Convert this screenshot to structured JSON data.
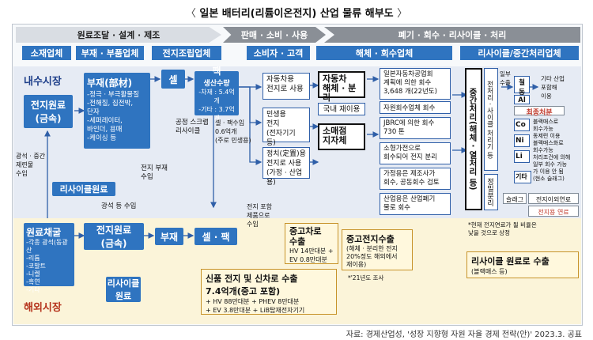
{
  "title": "일본 배터리(리튬이온전지) 산업 물류 해부도",
  "title_left": "〈",
  "title_right": "〉",
  "phases": [
    "원료조달 · 설계 · 제조",
    "판매 · 소비 · 사용",
    "폐기 · 회수 · 리사이클 · 처리"
  ],
  "actors": [
    "소재업체",
    "부재 · 부품업체",
    "전지조립업체",
    "소비자 · 고객",
    "해체 · 회수업체",
    "리사이클/중간처리업체"
  ],
  "regions": {
    "domestic": "내수시장",
    "overseas": "해외시장"
  },
  "domestic": {
    "raw": "전지원료\n(금속)",
    "parts_title": "부재(部材)",
    "parts_list": "-정극 · 부극활물질\n-전해질, 집전박,\n 단자\n-세퍼레이터,\n 바인더, 용매\n-케이싱 등",
    "cell": "셀",
    "pack_title": "팩",
    "pack_prod": "생산수량",
    "pack_a": "-차재 : 5.4억개",
    "pack_b": "-기타 : 3.7억개",
    "recycle_raw": "리사이클원료",
    "scrap": "공정 스크랩\n리사이클",
    "cell_pack_import": "셀 · 팩수입\n0.6억개\n(주로 민생용)",
    "supply": "전지 부재\n수입",
    "overseas_supply": "광석 · 중간\n제련물\n수입",
    "use_car": "자동차용\n전지로 사용",
    "use_civil": "민생용\n전지\n(전자기기 등)\n로 사용",
    "use_station": "정치(定置)용\n전지로 사용\n(가정 · 산업용)",
    "dismantle_car": "자동차\n해체 · 분리",
    "reuse": "국내 재이용",
    "small_shop": "소매점\n지자체",
    "recov_1": "일본자동차공업회\n계획에 의한 회수\n3,648 개(22년도)",
    "recov_2": "자원회수업체 회수",
    "recov_3": "JBRC에 의한 회수\n730 톤",
    "recov_4": "소형가전으로\n회수되어 전지 분리",
    "recov_5": "가정용은 제조사가\n회수, 공동회수 검토",
    "recov_6": "산업용은 산업폐기\n물로 회수",
    "mid_process": "중간처리(해체 · 열처리 등)",
    "pre_process": "전처리 · 사이클 처리기 등",
    "precise": "정밀분리",
    "import_label": "일부\n수출",
    "steel": "철\n동",
    "al": "Al",
    "other_use": "기타 산업\n포함해\n이용",
    "final": "최종처분",
    "co": "Co",
    "ni": "Ni",
    "li": "Li",
    "etc": "기타",
    "metals_note": "블랙매스로\n회수가능\n동제련 이용\n블랙매스화로\n회수가능\n처리조건에 의해\n일부 회수 가능\n가 이용 안 됨\n(현소 슬래그)",
    "slag": "슬래그",
    "fuel": "전지이외연료",
    "fuel2": "전지용 연료",
    "note": "*현재 전지연료가 될 비율은\n낮을 것으로 상정"
  },
  "overseas": {
    "mining_title": "원료채굴",
    "mining_sub": "-각종 광석(동광산\n-리튬\n-코발트\n-니켈\n-흑연\n-기타",
    "raw": "전지원료\n(금속)",
    "parts": "부재",
    "cell_pack": "셀 · 팩",
    "recycle_raw": "리사이클\n원료",
    "export_label": "전지 포함\n제품으로\n수입",
    "used_car_title": "중고차로\n수출",
    "used_car_hv": "HV 14만대분 +",
    "used_car_ev": "EV 0.8만대분",
    "used_battery_title": "중고전지수출",
    "used_battery_sub": "(해체 · 분리한 전지\n20%정도 해외에서\n재이용)",
    "used_battery_note": "*'21년도 조사",
    "new_battery_title": "신품 전지 및 신차로 수출",
    "new_battery_qty": "7.4억개(중고 포함)",
    "new_hv": "+ HV 88만대분  + PHEV 8만대분",
    "new_ev": "+ EV 3.8만대분  + LiB탑재전자기기",
    "recycle_export_title": "리사이클 원료로 수출",
    "recycle_export_sub": "(블랙매스 등)",
    "pilot": "광석 등 수입"
  },
  "source": "자료: 경제산업성, '성장 지향형 자원 자율 경제 전략(안)' 2023.3. 공표",
  "colors": {
    "accent": "#2f74c0",
    "domestic_bg": "#e6ebf4",
    "overseas_bg": "#fbf4d9",
    "overseas_label": "#b5331c"
  }
}
